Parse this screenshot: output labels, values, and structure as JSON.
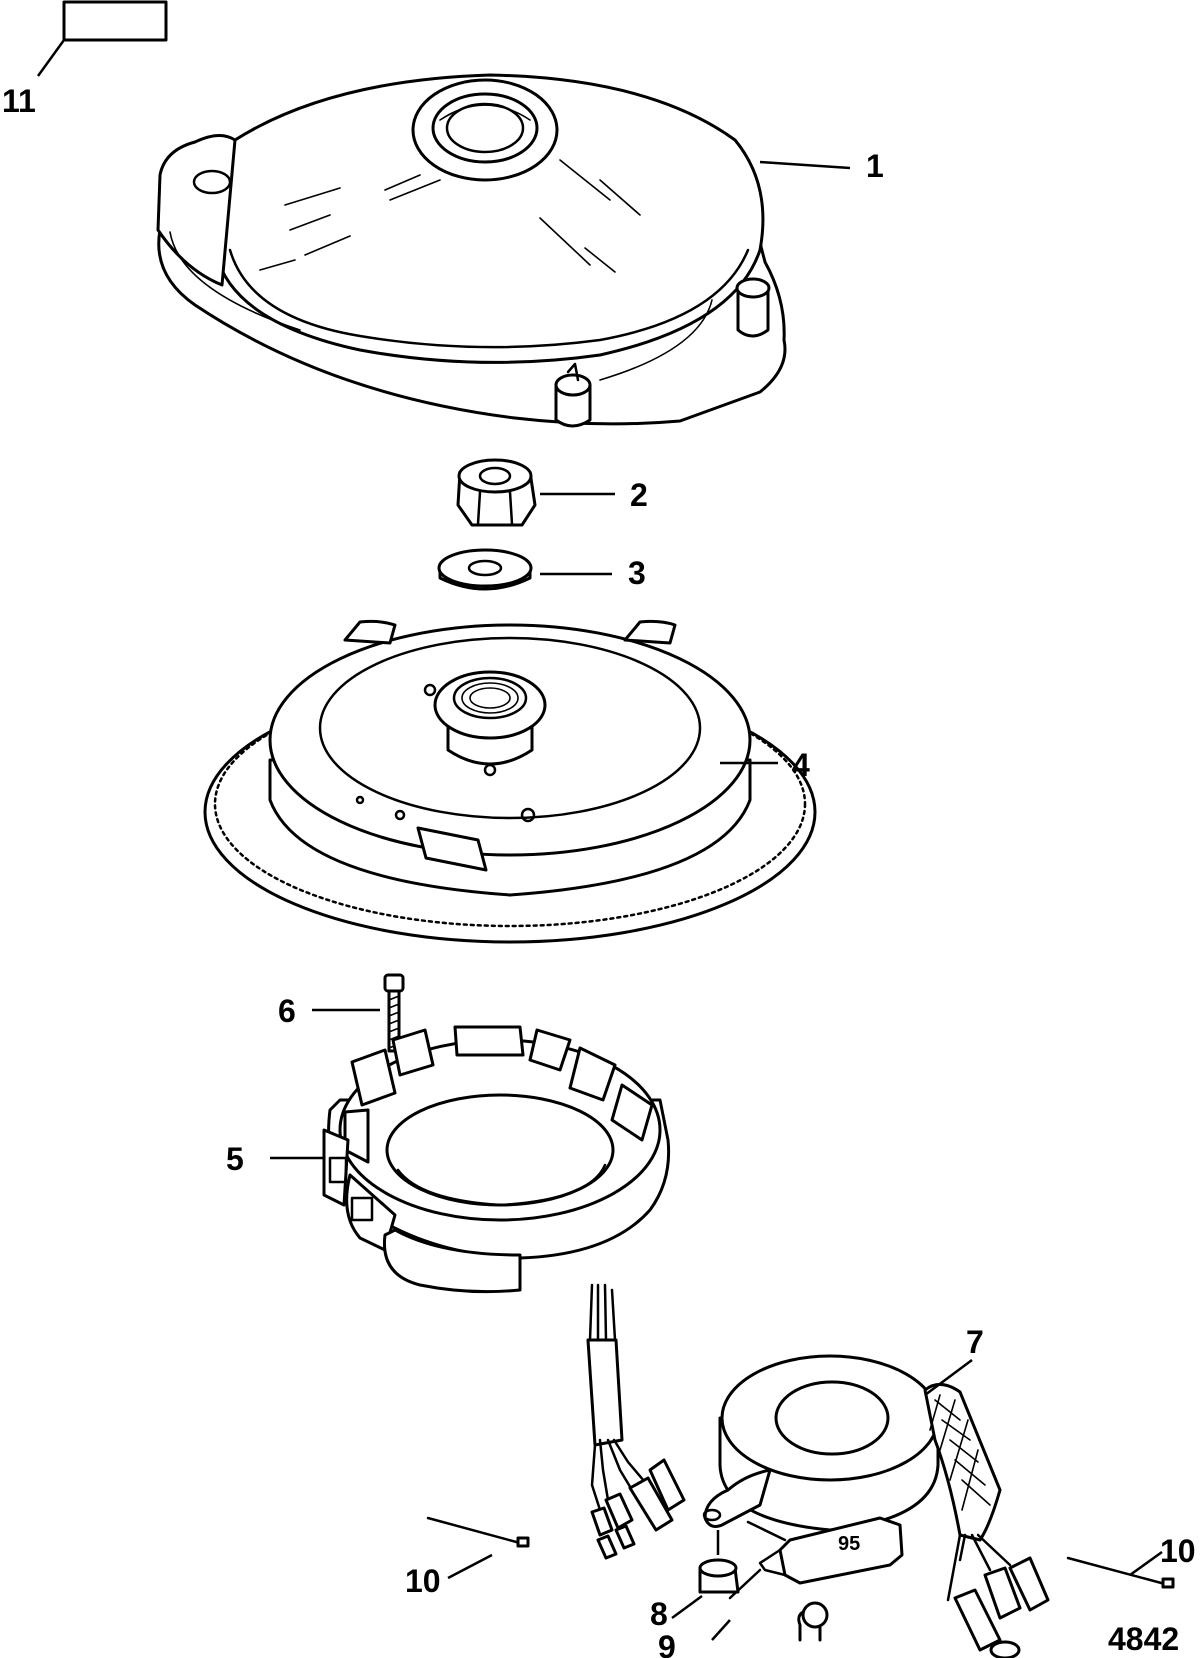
{
  "callouts": {
    "c1": "1",
    "c2": "2",
    "c3": "3",
    "c4": "4",
    "c5": "5",
    "c6": "6",
    "c7": "7",
    "c8": "8",
    "c9": "9",
    "c10a": "10",
    "c10b": "10",
    "c11": "11"
  },
  "tube_label": "95",
  "figure_number": "4842"
}
